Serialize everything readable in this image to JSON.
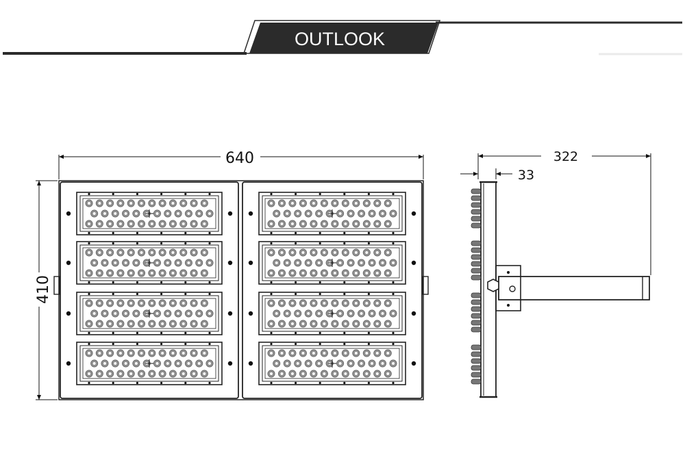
{
  "header": {
    "title": "OUTLOOK"
  },
  "dimensions": {
    "width": "640",
    "height": "410",
    "depth": "322",
    "thickness": "33"
  },
  "front_view": {
    "columns": 2,
    "modules_per_column": 4,
    "led_rows_per_module": 3,
    "leds_per_row": 12
  },
  "colors": {
    "line": "#222222",
    "header_bg": "#2b2b2b",
    "led_fill": "#8f8f8f"
  }
}
